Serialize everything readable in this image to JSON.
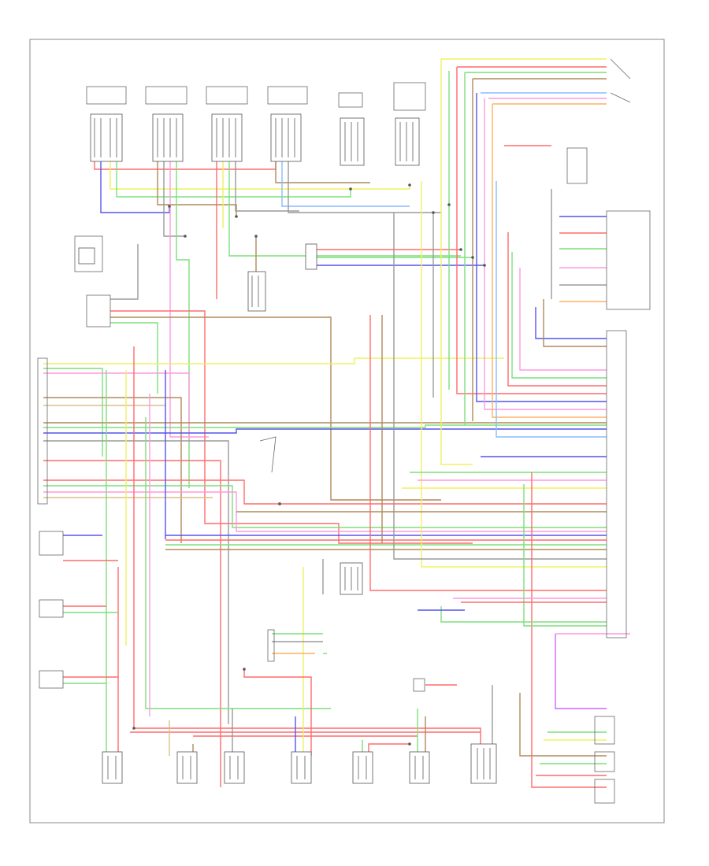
{
  "diagram": {
    "top_components": [
      {
        "label": "",
        "pins": 4
      },
      {
        "label": "",
        "pins": 4
      },
      {
        "label": "",
        "pins": 4
      },
      {
        "label": "",
        "pins": 4
      },
      {
        "label": "",
        "pins": 3
      },
      {
        "label": "",
        "pins": 3
      }
    ],
    "bottom_components": [
      {
        "label": "",
        "pins": 2
      },
      {
        "label": "",
        "pins": 2
      },
      {
        "label": "",
        "pins": 2
      },
      {
        "label": "",
        "pins": 2
      },
      {
        "label": "",
        "pins": 2
      },
      {
        "label": "",
        "pins": 2
      },
      {
        "label": "",
        "pins": 3
      }
    ],
    "colors": {
      "red": "#ff6b6b",
      "green": "#7ddf7d",
      "blue": "#5555ee",
      "yellow": "#f0f060",
      "orange": "#ffb060",
      "pink": "#ff99dd",
      "brown": "#b08a5a",
      "gray": "#9a9a9a",
      "violet": "#cc66ff",
      "tan": "#d9c08a",
      "black": "#555555",
      "lightblue": "#88bbff"
    }
  }
}
